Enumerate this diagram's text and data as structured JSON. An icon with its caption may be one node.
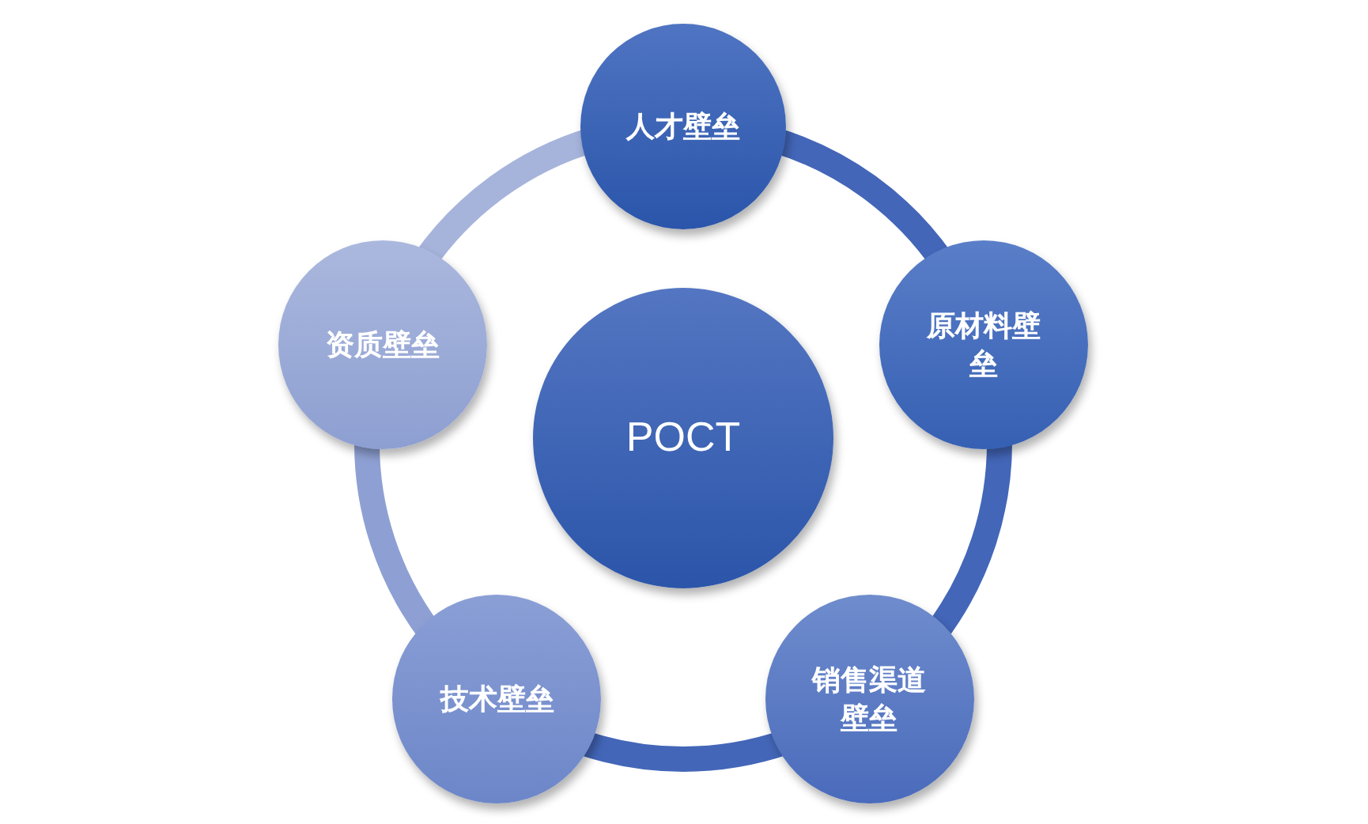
{
  "diagram": {
    "nodes": [
      {
        "text": [
          "人才壁垒"
        ]
      },
      {
        "text": [
          "原材料壁垒"
        ]
      },
      {
        "text": [
          "销售渠道壁垒"
        ]
      },
      {
        "text": [
          "技术壁垒"
        ]
      },
      {
        "text": [
          "资质壁垒"
        ]
      },
      {
        "text": [
          "POCT"
        ]
      }
    ],
    "edges": [
      {
        "from": 0,
        "to": 1,
        "arrow": "none"
      },
      {
        "from": 1,
        "to": 2,
        "arrow": "none"
      },
      {
        "from": 2,
        "to": 3,
        "arrow": "none"
      },
      {
        "from": 3,
        "to": 4,
        "arrow": "none",
        "color": "#8ea0d3"
      },
      {
        "from": 4,
        "to": 0,
        "arrow": "none",
        "color": "#a6b4dc"
      }
    ]
  }
}
